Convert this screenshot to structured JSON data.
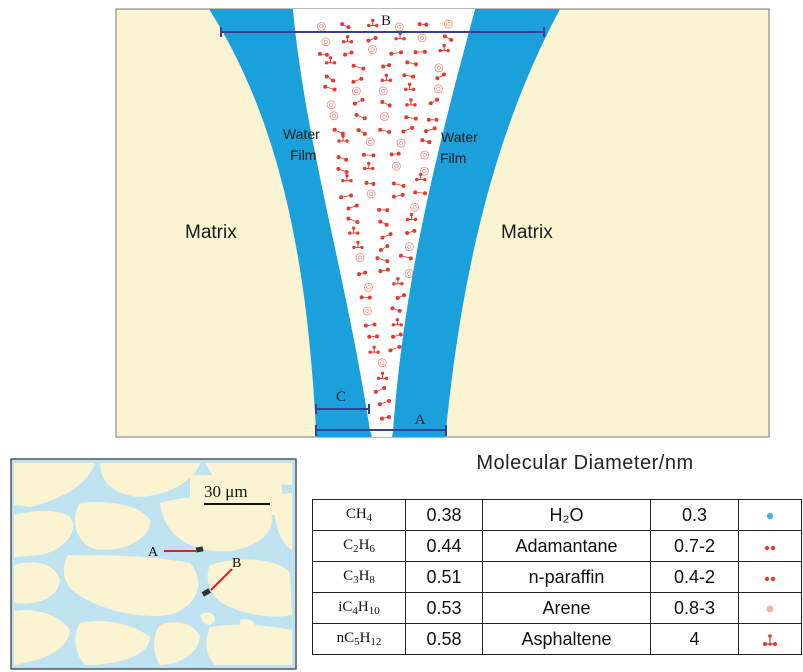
{
  "diagram": {
    "label_B": "B",
    "label_C": "C",
    "label_A": "A",
    "water_film_left": [
      "Water",
      "Film"
    ],
    "water_film_right": [
      "Water",
      "Film"
    ],
    "matrix_left": "Matrix",
    "matrix_right": "Matrix"
  },
  "micrograph": {
    "scale_label": "30 μm",
    "label_A": "A",
    "label_B": "B"
  },
  "table": {
    "title": "Molecular Diameter/nm",
    "rows": [
      {
        "formula": [
          "CH",
          "4",
          ""
        ],
        "diameter": "0.38",
        "molecule": "H₂O",
        "molecule_diameter": "0.3",
        "icon": "water-icon"
      },
      {
        "formula": [
          "C",
          "2",
          "H",
          "6"
        ],
        "diameter": "0.44",
        "molecule": "Adamantane",
        "molecule_diameter": "0.7-2",
        "icon": "adamantane-icon"
      },
      {
        "formula": [
          "C",
          "3",
          "H",
          "8"
        ],
        "diameter": "0.51",
        "molecule": "n-paraffin",
        "molecule_diameter": "0.4-2",
        "icon": "paraffin-icon"
      },
      {
        "formula": [
          "iC",
          "4",
          "H",
          "10"
        ],
        "diameter": "0.53",
        "molecule": "Arene",
        "molecule_diameter": "0.8-3",
        "icon": "arene-icon"
      },
      {
        "formula": [
          "nC",
          "5",
          "H",
          "12"
        ],
        "diameter": "0.58",
        "molecule": "Asphaltene",
        "molecule_diameter": "4",
        "icon": "asphaltene-icon"
      }
    ]
  },
  "colors": {
    "matrix": "#fbf4d3",
    "water": "#1aa0db",
    "molecule_red": "#e53a2e",
    "arene_pink": "#f4b3a7"
  }
}
